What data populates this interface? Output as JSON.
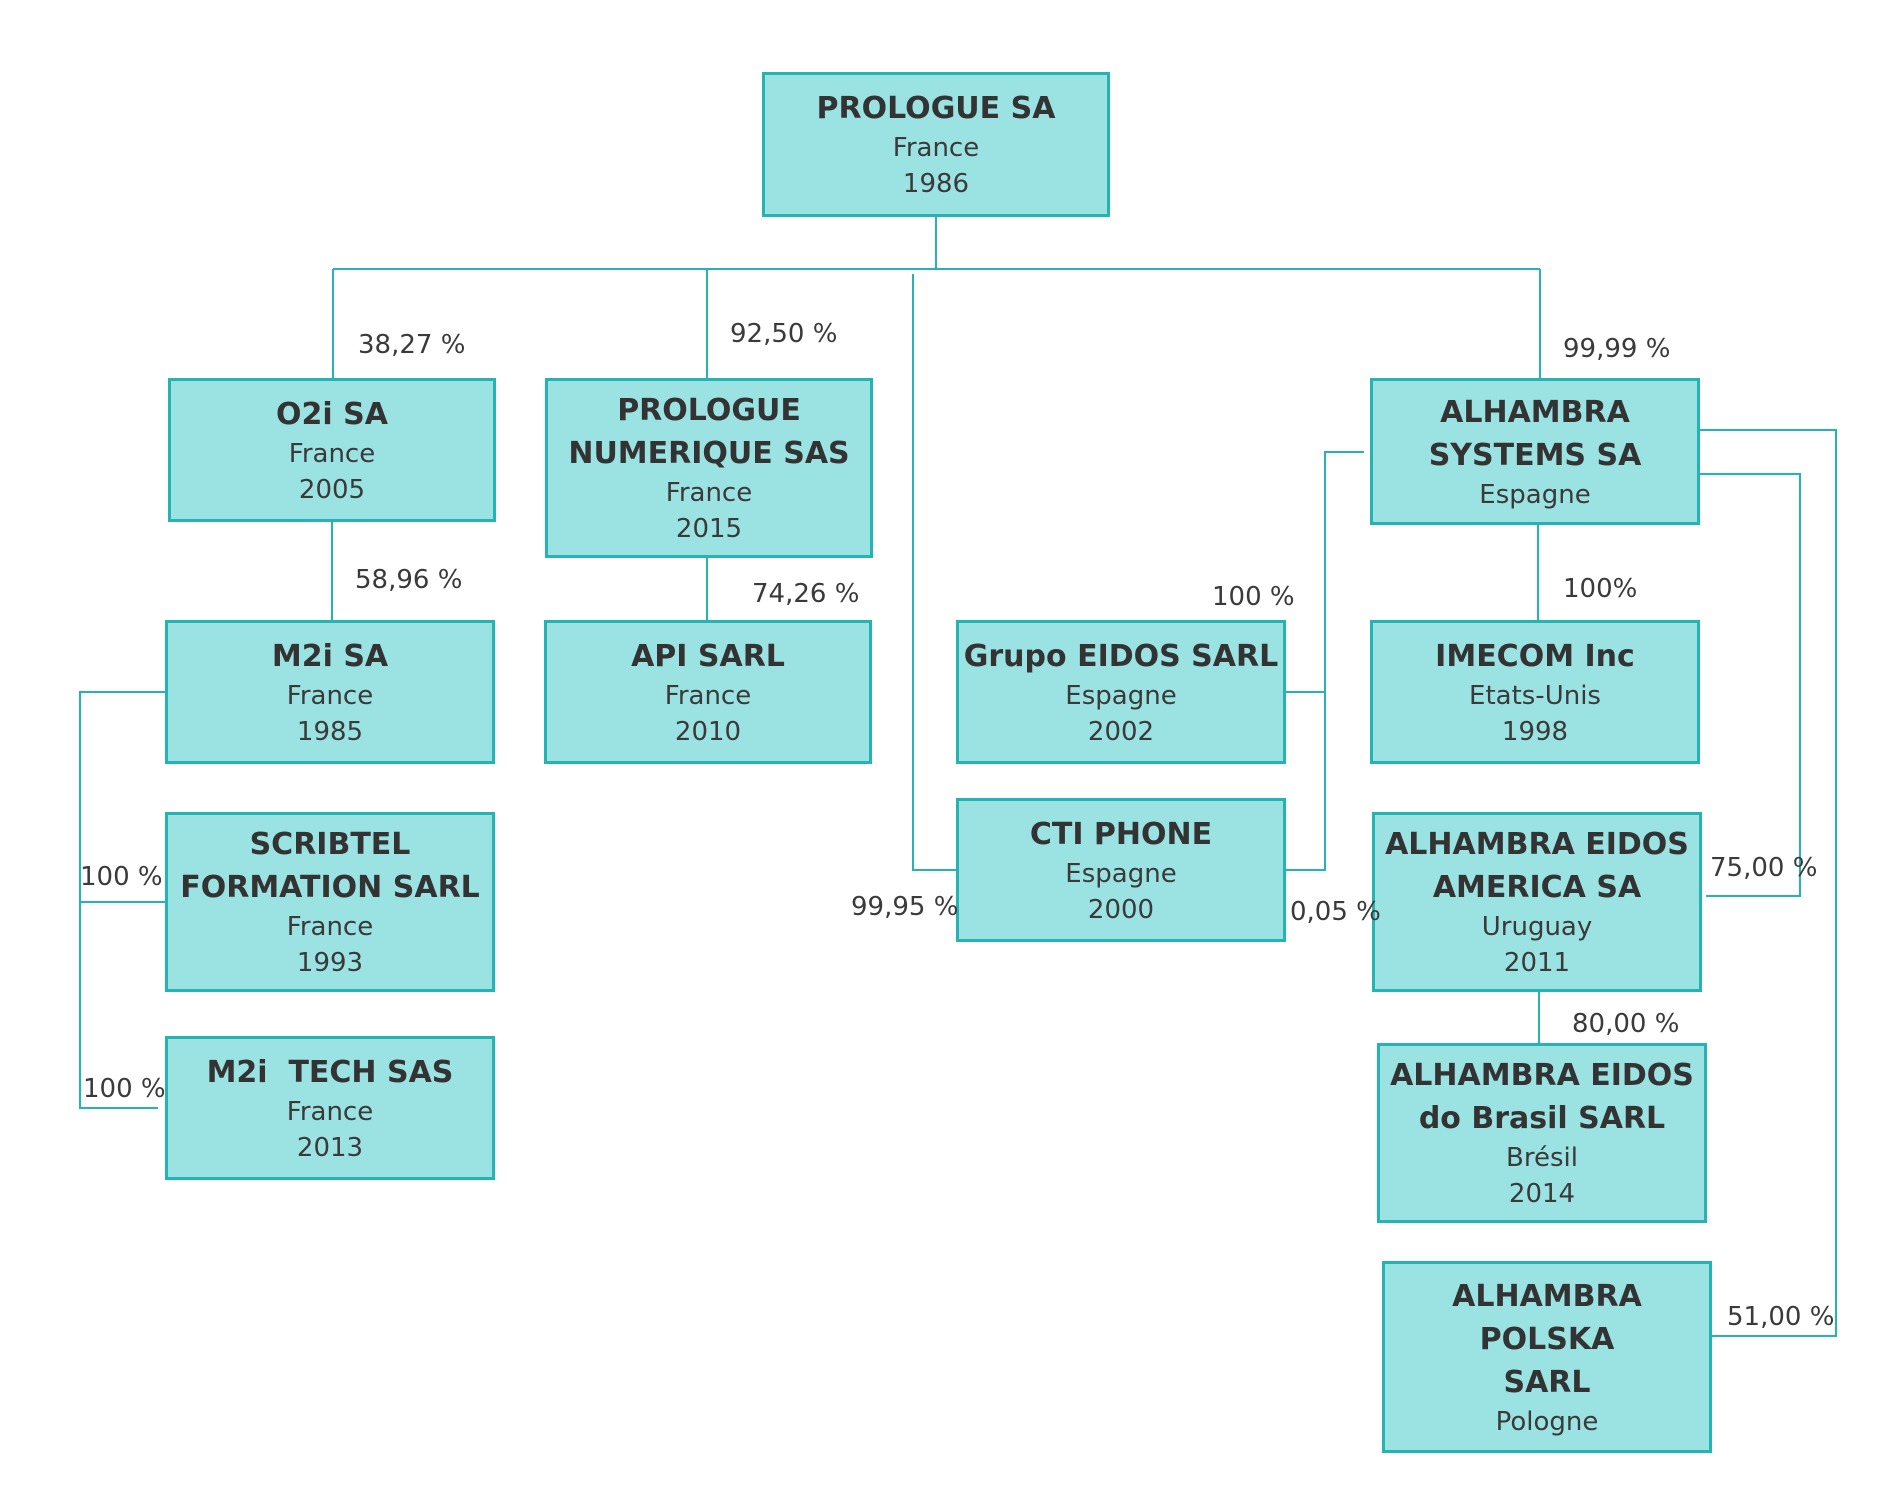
{
  "colors": {
    "box_fill": "#9be2e2",
    "box_border": "#26b3b3",
    "connector": "#26b3b3",
    "text": "#3a3a3a"
  },
  "entities": {
    "prologue_sa": {
      "name": [
        "PROLOGUE SA"
      ],
      "country": "France",
      "year": "1986"
    },
    "o2i_sa": {
      "name": [
        "O2i SA"
      ],
      "country": "France",
      "year": "2005"
    },
    "prologue_numerique": {
      "name": [
        "PROLOGUE",
        "NUMERIQUE SAS"
      ],
      "country": "France",
      "year": "2015"
    },
    "alhambra_systems": {
      "name": [
        "ALHAMBRA",
        "SYSTEMS SA"
      ],
      "country": "Espagne",
      "year": ""
    },
    "m2i_sa": {
      "name": [
        "M2i SA"
      ],
      "country": "France",
      "year": "1985"
    },
    "api_sarl": {
      "name": [
        "API SARL"
      ],
      "country": "France",
      "year": "2010"
    },
    "grupo_eidos": {
      "name": [
        "Grupo EIDOS SARL"
      ],
      "country": "Espagne",
      "year": "2002"
    },
    "imecom": {
      "name": [
        "IMECOM Inc"
      ],
      "country": "Etats-Unis",
      "year": "1998"
    },
    "scribtel": {
      "name": [
        "SCRIBTEL",
        "FORMATION SARL"
      ],
      "country": "France",
      "year": "1993"
    },
    "cti_phone": {
      "name": [
        "CTI PHONE"
      ],
      "country": "Espagne",
      "year": "2000"
    },
    "alhambra_eidos_america": {
      "name": [
        "ALHAMBRA EIDOS",
        "AMERICA SA"
      ],
      "country": "Uruguay",
      "year": "2011"
    },
    "m2i_tech": {
      "name": [
        "M2i  TECH SAS"
      ],
      "country": "France",
      "year": "2013"
    },
    "alhambra_eidos_brasil": {
      "name": [
        "ALHAMBRA EIDOS",
        "do Brasil SARL"
      ],
      "country": "Brésil",
      "year": "2014"
    },
    "alhambra_polska": {
      "name": [
        "ALHAMBRA",
        "POLSKA",
        "SARL"
      ],
      "country": "Pologne",
      "year": ""
    }
  },
  "stakes": {
    "o2i": "38,27 %",
    "prologue_numerique": "92,50 %",
    "alhambra_systems": "99,99 %",
    "m2i": "58,96 %",
    "api": "74,26 %",
    "grupo_eidos": "100 %",
    "imecom": "100%",
    "scribtel": "100 %",
    "m2i_tech": "100 %",
    "cti_phone_prologue": "99,95 %",
    "cti_phone_eidos": "0,05 %",
    "alhambra_eidos_america": "75,00 %",
    "alhambra_eidos_brasil": "80,00 %",
    "alhambra_polska": "51,00 %"
  }
}
